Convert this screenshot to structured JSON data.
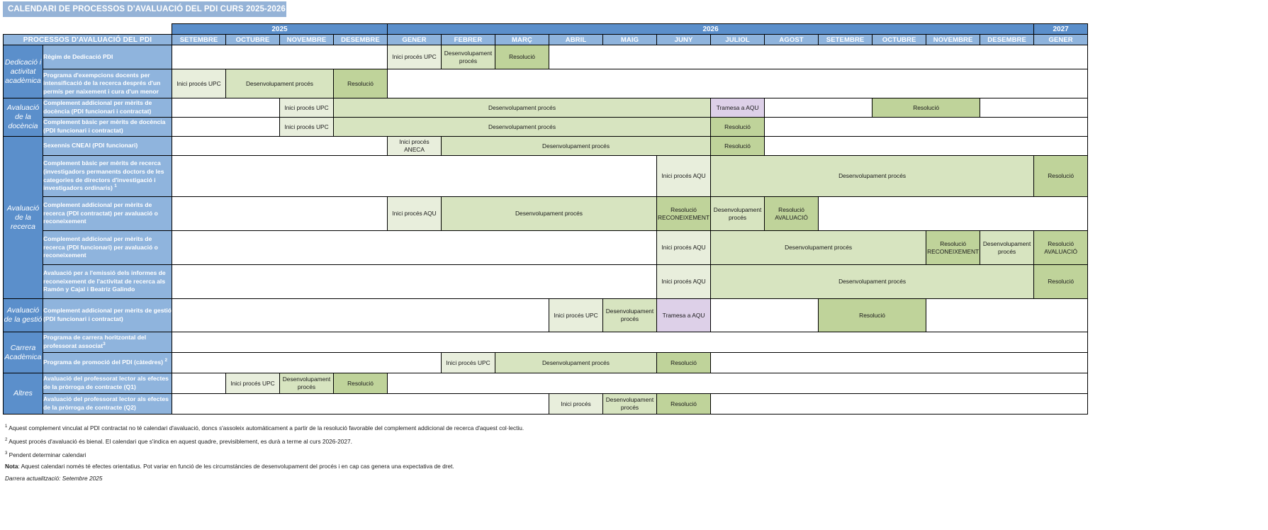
{
  "title": "CALENDARI DE PROCESSOS D'AVALUACIÓ DEL PDI CURS 2025-2026",
  "header": {
    "process_col_label": "PROCESSOS D'AVALUACIÓ DEL PDI",
    "years": [
      {
        "label": "2025",
        "span": 4
      },
      {
        "label": "2026",
        "span": 12
      },
      {
        "label": "2027",
        "span": 1
      }
    ],
    "months": [
      "SETEMBRE",
      "OCTUBRE",
      "NOVEMBRE",
      "DESEMBRE",
      "GENER",
      "FEBRER",
      "MARÇ",
      "ABRIL",
      "MAIG",
      "JUNY",
      "JULIOL",
      "AGOST",
      "SETEMBRE",
      "OCTUBRE",
      "NOVEMBRE",
      "DESEMBRE",
      "GENER"
    ]
  },
  "colors": {
    "banner": "#95b3d7",
    "year_header": "#5b8fcb",
    "month_header": "#8fb4dd",
    "group_label": "#5b8fcb",
    "process_label": "#8fb4dd",
    "inici": "#e8eedc",
    "desenvolupament": "#d7e4c0",
    "resolucio": "#bfd39a",
    "tramesa_aqu": "#ddd0e8"
  },
  "groups": [
    {
      "label": "Dedicació i activitat acadèmica",
      "label_lines": [
        "Dedicació i",
        "activitat",
        "acadèmica"
      ],
      "rows": 2
    },
    {
      "label": "Avaluació de la docència",
      "label_lines": [
        "Avaluació",
        "de la",
        "docència"
      ],
      "rows": 2
    },
    {
      "label": "Avaluació de la recerca",
      "label_lines": [
        "Avaluació",
        "de la",
        "recerca"
      ],
      "rows": 5
    },
    {
      "label": "Avaluació de la gestió",
      "label_lines": [
        "Avaluació",
        "de la gestió"
      ],
      "rows": 1
    },
    {
      "label": "Carrera Acadèmica",
      "label_lines": [
        "Carrera",
        "Acadèmica"
      ],
      "rows": 2
    },
    {
      "label": "Altres",
      "label_lines": [
        "Altres"
      ],
      "rows": 2
    }
  ],
  "rows": [
    {
      "group": 0,
      "name": "Règim de Dedicació PDI",
      "name_html": "Règim de Dedicació PDI",
      "height": 34,
      "cells": [
        {
          "span": 4,
          "type": "empty",
          "text": ""
        },
        {
          "span": 1,
          "type": "inici",
          "text": "Inici procés UPC"
        },
        {
          "span": 1,
          "type": "dev",
          "text": "Desenvolupament procés"
        },
        {
          "span": 1,
          "type": "res",
          "text": "Resolució"
        },
        {
          "span": 10,
          "type": "empty",
          "text": ""
        }
      ]
    },
    {
      "group": 0,
      "name": "Programa d'exempcions docents per intensificació de la recerca després d'un permís per naixement i cura d'un menor",
      "name_html": "Programa d'exempcions docents per intensificació de la recerca després d'un permís per naixement i cura d'un menor",
      "height": 41,
      "cells": [
        {
          "span": 1,
          "type": "inici",
          "text": "Inici procés UPC"
        },
        {
          "span": 2,
          "type": "dev",
          "text": "Desenvolupament procés"
        },
        {
          "span": 1,
          "type": "res",
          "text": "Resolució"
        },
        {
          "span": 13,
          "type": "empty",
          "text": ""
        }
      ]
    },
    {
      "group": 1,
      "name": "Complement addicional per mèrits de docència (PDI funcionari i contractat)",
      "name_html": "Complement addicional per mèrits de docència (PDI funcionari i contractat)",
      "height": 27,
      "cells": [
        {
          "span": 2,
          "type": "empty",
          "text": ""
        },
        {
          "span": 1,
          "type": "inici",
          "text": "Inici procés UPC"
        },
        {
          "span": 7,
          "type": "dev",
          "text": "Desenvolupament procés"
        },
        {
          "span": 1,
          "type": "aqu",
          "text": "Tramesa a AQU"
        },
        {
          "span": 2,
          "type": "empty",
          "text": ""
        },
        {
          "span": 2,
          "type": "res",
          "text": "Resolució"
        },
        {
          "span": 2,
          "type": "empty",
          "text": ""
        }
      ]
    },
    {
      "group": 1,
      "name": "Complement bàsic per mèrits de docència (PDI funcionari i contractat)",
      "name_html": "Complement bàsic per mèrits de docència (PDI funcionari i contractat)",
      "height": 27,
      "cells": [
        {
          "span": 2,
          "type": "empty",
          "text": ""
        },
        {
          "span": 1,
          "type": "inici",
          "text": "Inici procés UPC"
        },
        {
          "span": 7,
          "type": "dev",
          "text": "Desenvolupament procés"
        },
        {
          "span": 1,
          "type": "res",
          "text": "Resolució"
        },
        {
          "span": 6,
          "type": "empty",
          "text": ""
        }
      ]
    },
    {
      "group": 2,
      "name": "Sexennis CNEAI (PDI funcionari)",
      "name_html": "Sexennis CNEAI (PDI funcionari)",
      "height": 27,
      "cells": [
        {
          "span": 4,
          "type": "empty",
          "text": ""
        },
        {
          "span": 1,
          "type": "inici",
          "text": "Inici procés ANECA"
        },
        {
          "span": 5,
          "type": "dev",
          "text": "Desenvolupament procés"
        },
        {
          "span": 1,
          "type": "res",
          "text": "Resolució"
        },
        {
          "span": 6,
          "type": "empty",
          "text": ""
        }
      ]
    },
    {
      "group": 2,
      "name": "Complement bàsic per mèrits de recerca (investigadors permanents doctors de les categories de directors d'investigació i investigadors ordinaris) 1",
      "name_html": "Complement bàsic per mèrits de recerca (investigadors permanents doctors de les categories de directors d'investigació i investigadors ordinaris) <sup>1</sup>",
      "height": 58,
      "cells": [
        {
          "span": 9,
          "type": "empty",
          "text": ""
        },
        {
          "span": 1,
          "type": "inici",
          "text": "Inici procés AQU"
        },
        {
          "span": 6,
          "type": "dev",
          "text": "Desenvolupament procés"
        },
        {
          "span": 1,
          "type": "res",
          "text": "Resolució"
        }
      ]
    },
    {
      "group": 2,
      "name": "Complement addicional per mèrits de recerca (PDI contractat) per avaluació o reconeixement",
      "name_html": "Complement addicional per mèrits de recerca (PDI contractat) per avaluació o reconeixement",
      "height": 48,
      "cells": [
        {
          "span": 4,
          "type": "empty",
          "text": ""
        },
        {
          "span": 1,
          "type": "inici",
          "text": "Inici procés AQU"
        },
        {
          "span": 4,
          "type": "dev",
          "text": "Desenvolupament procés"
        },
        {
          "span": 1,
          "type": "res",
          "text": "Resolució RECONEIXEMENT"
        },
        {
          "span": 1,
          "type": "dev",
          "text": "Desenvolupament procés"
        },
        {
          "span": 1,
          "type": "res",
          "text": "Resolució AVALUACIÓ"
        },
        {
          "span": 5,
          "type": "empty",
          "text": ""
        }
      ]
    },
    {
      "group": 2,
      "name": "Complement addicional per mèrits de recerca (PDI funcionari) per avaluació o reconeixement",
      "name_html": "Complement addicional per mèrits de recerca (PDI funcionari) per avaluació o reconeixement",
      "height": 48,
      "cells": [
        {
          "span": 9,
          "type": "empty",
          "text": ""
        },
        {
          "span": 1,
          "type": "inici",
          "text": "Inici procés AQU"
        },
        {
          "span": 4,
          "type": "dev",
          "text": "Desenvolupament procés"
        },
        {
          "span": 1,
          "type": "res",
          "text": "Resolució RECONEIXEMENT"
        },
        {
          "span": 1,
          "type": "dev",
          "text": "Desenvolupament procés"
        },
        {
          "span": 1,
          "type": "res",
          "text": "Resolució AVALUACIÓ"
        }
      ]
    },
    {
      "group": 2,
      "name": "Avaluació per a l'emissió dels informes de reconeixement de l'activitat de recerca als Ramón y Cajal i Beatriz Galindo",
      "name_html": "Avaluació per a l'emissió dels informes de reconeixement de l'activitat de recerca als Ramón y Cajal i Beatriz Galindo",
      "height": 48,
      "cells": [
        {
          "span": 9,
          "type": "empty",
          "text": ""
        },
        {
          "span": 1,
          "type": "inici",
          "text": "Inici procés AQU"
        },
        {
          "span": 6,
          "type": "dev",
          "text": "Desenvolupament procés"
        },
        {
          "span": 1,
          "type": "res",
          "text": "Resolució"
        }
      ]
    },
    {
      "group": 3,
      "name": "Complement addicional per mèrits de gestió (PDI funcionari i contractat)",
      "name_html": "Complement addicional per mèrits de gestió (PDI funcionari i contractat)",
      "height": 47,
      "cells": [
        {
          "span": 7,
          "type": "empty",
          "text": ""
        },
        {
          "span": 1,
          "type": "inici",
          "text": "Inici procés UPC"
        },
        {
          "span": 1,
          "type": "dev",
          "text": "Desenvolupament procés"
        },
        {
          "span": 1,
          "type": "aqu",
          "text": "Tramesa a AQU"
        },
        {
          "span": 2,
          "type": "empty",
          "text": ""
        },
        {
          "span": 2,
          "type": "res",
          "text": "Resolució"
        },
        {
          "span": 3,
          "type": "empty",
          "text": ""
        }
      ]
    },
    {
      "group": 4,
      "name": "Programa de carrera horitzontal del professorat associat 3",
      "name_html": "Programa de carrera horitzontal del professorat associat<sup>3</sup>",
      "height": 29,
      "cells": [
        {
          "span": 17,
          "type": "empty",
          "text": ""
        }
      ]
    },
    {
      "group": 4,
      "name": "Programa de promoció del PDI (càtedres) 2",
      "name_html": "Programa de promoció del PDI (càtedres) <sup>2</sup>",
      "height": 29,
      "cells": [
        {
          "span": 5,
          "type": "empty",
          "text": ""
        },
        {
          "span": 1,
          "type": "inici",
          "text": "Inici procés UPC"
        },
        {
          "span": 3,
          "type": "dev",
          "text": "Desenvolupament procés"
        },
        {
          "span": 1,
          "type": "res",
          "text": "Resolució"
        },
        {
          "span": 7,
          "type": "empty",
          "text": ""
        }
      ]
    },
    {
      "group": 5,
      "name": "Avaluació del professorat lector als efectes de la pròrroga de contracte (Q1)",
      "name_html": "Avaluació del professorat lector als efectes de la pròrroga de contracte (Q1)",
      "height": 29,
      "cells": [
        {
          "span": 1,
          "type": "empty",
          "text": ""
        },
        {
          "span": 1,
          "type": "inici",
          "text": "Inici procés UPC"
        },
        {
          "span": 1,
          "type": "dev",
          "text": "Desenvolupament procés"
        },
        {
          "span": 1,
          "type": "res",
          "text": "Resolució"
        },
        {
          "span": 13,
          "type": "empty",
          "text": ""
        }
      ]
    },
    {
      "group": 5,
      "name": "Avaluació del professorat lector als efectes de la pròrroga de contracte (Q2)",
      "name_html": "Avaluació del professorat lector als efectes de la pròrroga de contracte (Q2)",
      "height": 29,
      "cells": [
        {
          "span": 7,
          "type": "empty",
          "text": ""
        },
        {
          "span": 1,
          "type": "inici",
          "text": "Inici procés"
        },
        {
          "span": 1,
          "type": "dev",
          "text": "Desenvolupament procés"
        },
        {
          "span": 1,
          "type": "res",
          "text": "Resolució"
        },
        {
          "span": 7,
          "type": "empty",
          "text": ""
        }
      ]
    }
  ],
  "notes": {
    "n1_marker": "1",
    "n1": "Aquest complement vinculat al PDI contractat no té calendari d'avaluació, doncs s'assoleix automàticament a partir de la resolució favorable del complement addicional de recerca d'aquest col·lectiu.",
    "n2_marker": "2",
    "n2": "Aquest procés d'avaluació és bienal. El calendari que s'indica en aquest quadre, previsiblement, es durà a terme al curs 2026-2027.",
    "n3_marker": "3",
    "n3": "Pendent determinar calendari",
    "nota_label": "Nota",
    "nota_text": ": Aquest calendari només té efectes orientatius. Pot variar en funció de les circumstàncies de desenvolupament del procés i en cap cas genera una expectativa de dret.",
    "updated": "Darrera actualització: Setembre 2025"
  }
}
